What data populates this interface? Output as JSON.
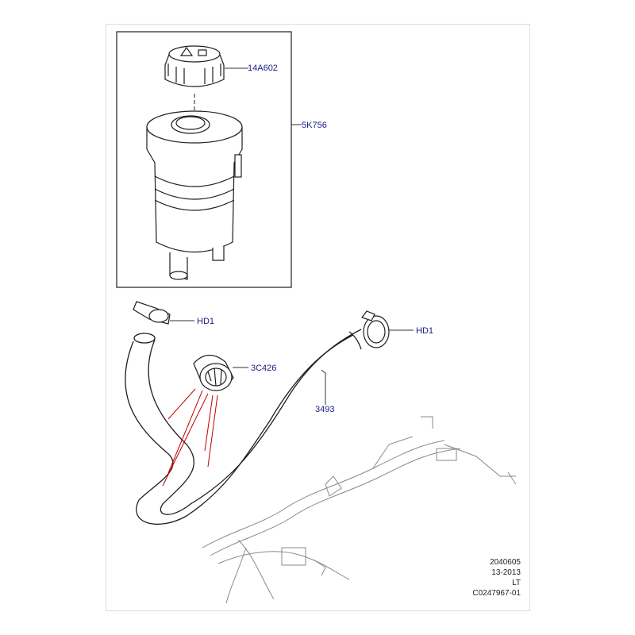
{
  "callouts": {
    "cap": "14A602",
    "reservoir": "5K756",
    "clip_upper": "HD1",
    "clip_right": "HD1",
    "sleeve": "3C426",
    "hose": "3493"
  },
  "footer": {
    "line1": "2040605",
    "line2": "13-2013",
    "line3": "LT",
    "line4": "C0247967-01"
  },
  "colors": {
    "callout_text": "#1a1a80",
    "callout_marker": "#c00000",
    "line_art": "#1e1e1e",
    "leader": "#333333",
    "background_wiring": "#8a8a8a"
  }
}
